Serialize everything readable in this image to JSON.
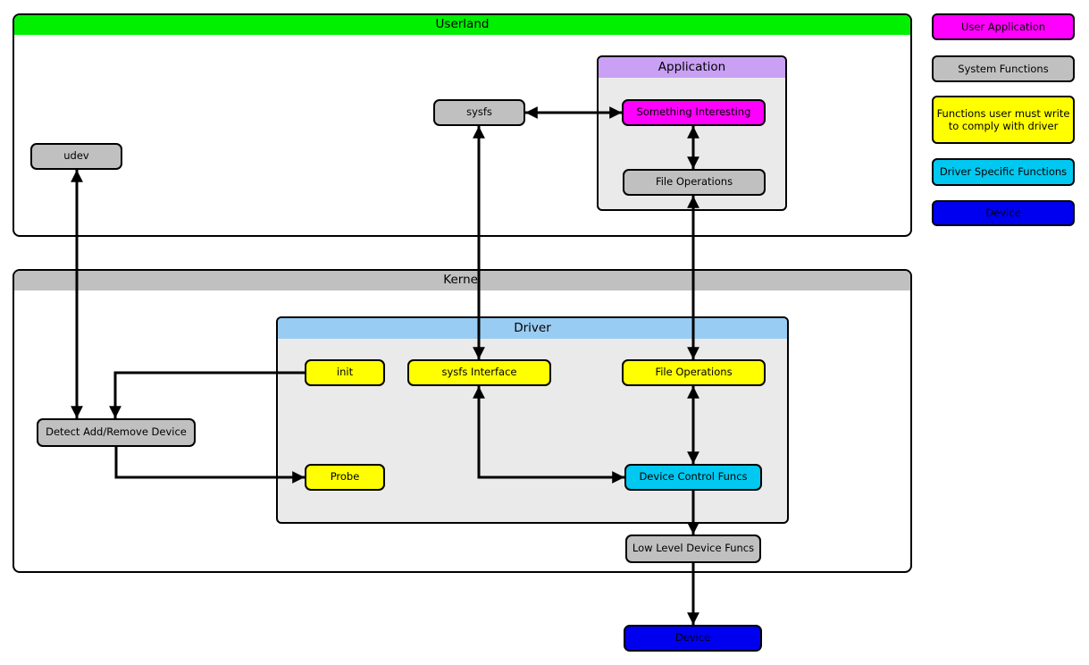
{
  "containers": {
    "userland": "Userland",
    "kernel": "Kernel",
    "application": "Application",
    "driver": "Driver"
  },
  "nodes": {
    "udev": "udev",
    "sysfs": "sysfs",
    "something_interesting": "Something Interesting",
    "file_operations_app": "File Operations",
    "detect_add_remove_device": "Detect Add/Remove Device",
    "init": "init",
    "sysfs_interface": "sysfs Interface",
    "file_operations_driver": "File Operations",
    "probe": "Probe",
    "device_control_funcs": "Device Control Funcs",
    "low_level_device_funcs": "Low Level Device Funcs",
    "device": "Device"
  },
  "legend": {
    "items": [
      {
        "label": "User Application",
        "color": "#ff00ff"
      },
      {
        "label": "System Functions",
        "color": "#c0c0c0"
      },
      {
        "label": "Functions user must write to comply with driver",
        "color": "#ffff00"
      },
      {
        "label": "Driver Specific Functions",
        "color": "#00c8f0"
      },
      {
        "label": "Device",
        "color": "#0000f0"
      }
    ]
  },
  "colors": {
    "userland_header": "#00f000",
    "kernel_header": "#c0c0c0",
    "application_header": "#c9a0f4",
    "driver_header": "#99ccf2",
    "container_fill": "#eaeaea",
    "arrow": "#000000"
  }
}
